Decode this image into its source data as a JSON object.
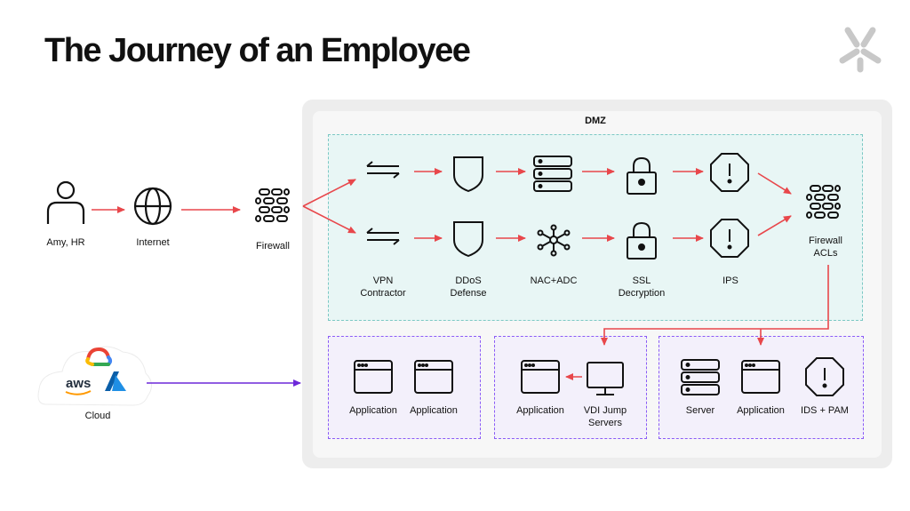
{
  "title": "The Journey of an Employee",
  "labels": {
    "amy": "Amy, HR",
    "internet": "Internet",
    "firewall": "Firewall",
    "cloud": "Cloud",
    "dmz": "DMZ",
    "vpn": "VPN\nContractor",
    "ddos": "DDoS\nDefense",
    "nac": "NAC+ADC",
    "ssl": "SSL\nDecryption",
    "ips": "IPS",
    "firewall_acls": "Firewall\nACLs",
    "app1": "Application",
    "app2": "Application",
    "app3": "Application",
    "vdi": "VDI Jump\nServers",
    "server": "Server",
    "app4": "Application",
    "ids_pam": "IDS + PAM",
    "aws": "aws"
  },
  "colors": {
    "red_arrow": "#e8474b",
    "purple_arrow": "#6d28d9",
    "dmz_border": "#7cc8c4",
    "zone_border": "#8b5cf6"
  },
  "icons": [
    "user-icon",
    "globe-icon",
    "firewall-icon",
    "vpn-icon",
    "shield-icon",
    "server-icon",
    "network-icon",
    "lock-icon",
    "alert-octagon-icon",
    "app-window-icon",
    "monitor-icon",
    "cloud-icon",
    "google-cloud-icon",
    "azure-icon",
    "brand-logo-icon"
  ]
}
